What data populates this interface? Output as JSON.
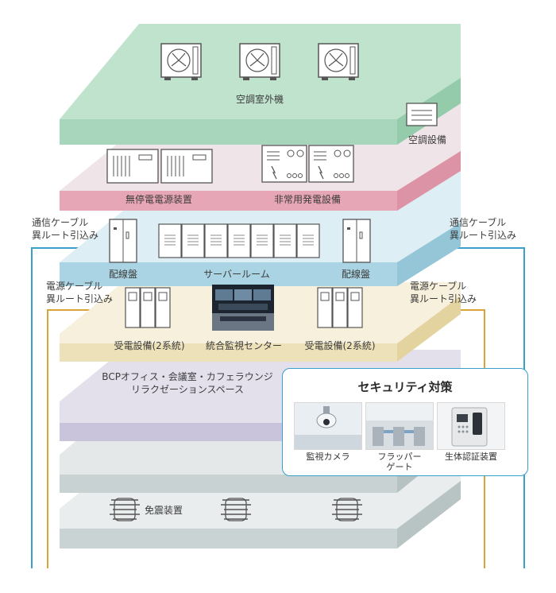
{
  "floors": {
    "roof_label": "空調室外機",
    "ac_label": "空調設備",
    "ups_label": "無停電電源装置",
    "generator_label": "非常用発電設備",
    "server_room_label": "サーバールーム",
    "distribution_left_label": "配線盤",
    "distribution_right_label": "配線盤",
    "power_receiving_left_label": "受電設備(2系統)",
    "power_receiving_right_label": "受電設備(2系統)",
    "monitoring_center_label": "統合監視センター",
    "office_label_line1": "BCPオフィス・会議室・カフェラウンジ",
    "office_label_line2": "リラクゼーションスペース",
    "seismic_label": "免震装置"
  },
  "cables": {
    "comm_left_line1": "通信ケーブル",
    "comm_left_line2": "異ルート引込み",
    "comm_right_line1": "通信ケーブル",
    "comm_right_line2": "異ルート引込み",
    "power_left_line1": "電源ケーブル",
    "power_left_line2": "異ルート引込み",
    "power_right_line1": "電源ケーブル",
    "power_right_line2": "異ルート引込み"
  },
  "security": {
    "title": "セキュリティ対策",
    "camera_label": "監視カメラ",
    "gate_label_line1": "フラッパー",
    "gate_label_line2": "ゲート",
    "biometric_label": "生体認証装置"
  },
  "colors": {
    "roof_top": "#bfe3cd",
    "roof_side": "#a7d6bc",
    "pink_top": "#efe4e8",
    "pink_side": "#e7a6b6",
    "blue_top": "#ddeef5",
    "blue_side": "#aad4e3",
    "cream_top": "#f7f0dd",
    "cream_side": "#ede1b9",
    "purple_top": "#e3e0ec",
    "purple_side": "#c9c4dc",
    "gray_top": "#e4e8e8",
    "gray_side": "#c8d2d2",
    "comm_cable": "#3aa0c9",
    "power_cable": "#d9a43a"
  }
}
